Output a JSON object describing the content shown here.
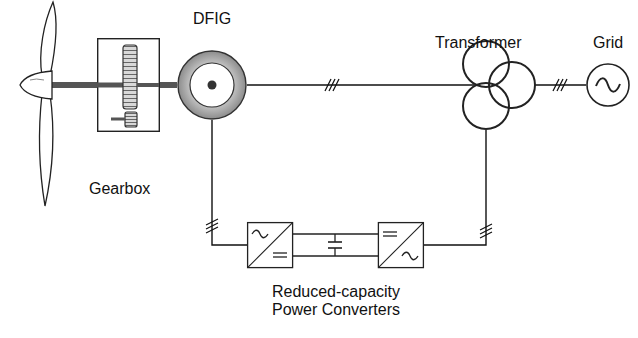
{
  "diagram": {
    "nodes": [
      {
        "text": [
          "Gearbox"
        ]
      },
      {
        "text": [
          "DFIG"
        ]
      },
      {
        "text": [
          "Transformer"
        ]
      },
      {
        "text": [
          "Grid"
        ]
      },
      {
        "text": [
          "Reduced-capacity Power Converters"
        ]
      }
    ],
    "edges": [
      {
        "from": 0,
        "to": 1,
        "arrow": "none"
      },
      {
        "from": 1,
        "to": 2,
        "arrow": "none"
      },
      {
        "from": 2,
        "to": 3,
        "arrow": "none"
      },
      {
        "from": 1,
        "to": 4,
        "arrow": "none"
      },
      {
        "from": 4,
        "to": 2,
        "arrow": "none"
      }
    ]
  }
}
